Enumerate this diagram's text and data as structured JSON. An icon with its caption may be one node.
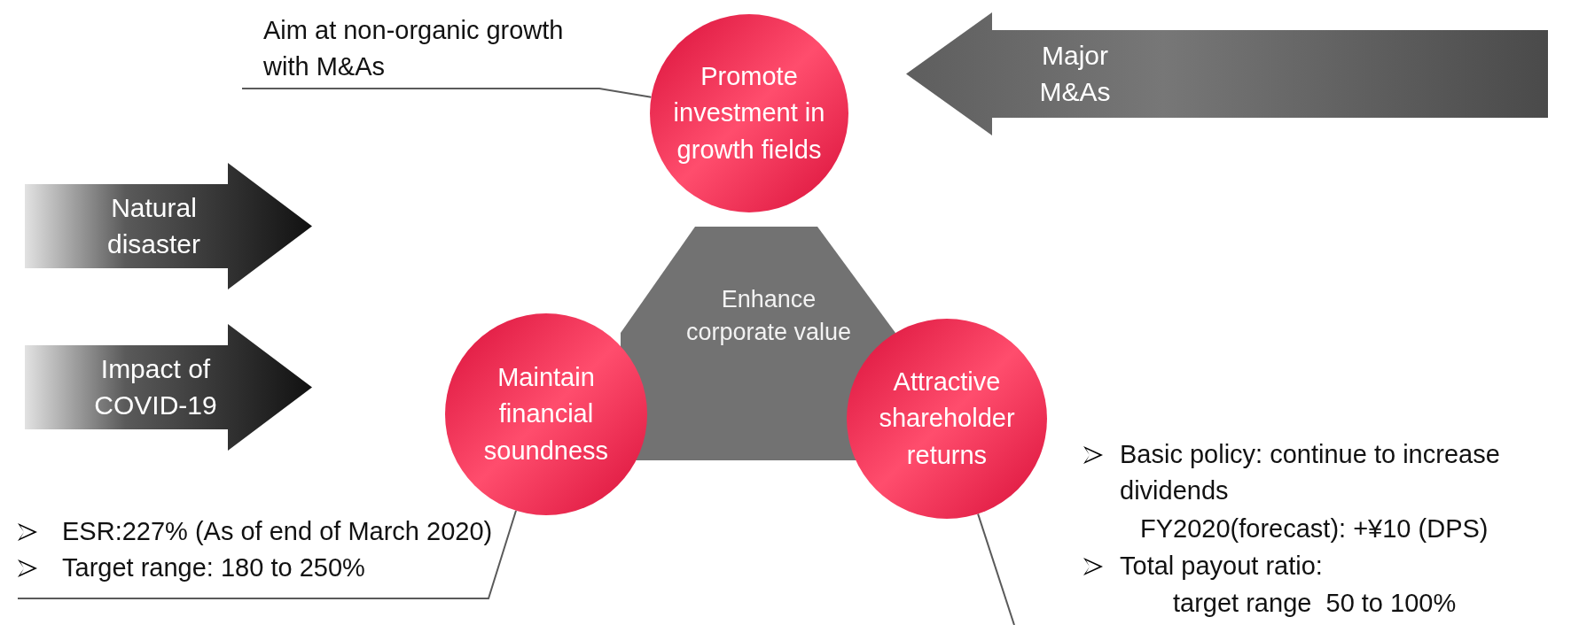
{
  "diagram": {
    "nodes": [
      {
        "text": [
          "Aim at non-organic growth with M&As"
        ]
      },
      {
        "text": [
          "Promote investment in growth fields"
        ]
      },
      {
        "text": [
          "Major M&As"
        ]
      },
      {
        "text": [
          "Natural disaster"
        ]
      },
      {
        "text": [
          "Enhance corporate value"
        ]
      },
      {
        "text": [
          "Impact of COVID-19"
        ]
      },
      {
        "text": [
          "Maintain financial soundness"
        ]
      },
      {
        "text": [
          "Attractive shareholder returns"
        ]
      },
      {
        "text": [
          "ESR:227% (As of end of March 2020)",
          "Target range: 180 to 250%"
        ]
      }
    ],
    "edges": [
      {
        "from": 0,
        "to": 1,
        "arrow": "none"
      },
      {
        "from": 8,
        "to": 6,
        "arrow": "none"
      },
      {
        "from": null,
        "to": 7,
        "arrow": "none"
      }
    ],
    "labels": [
      "Basic policy: continue to increase dividends",
      "FY2020(forecast): +¥10 (DPS)",
      "Total payout ratio:",
      "target range  50 to 100%"
    ]
  }
}
